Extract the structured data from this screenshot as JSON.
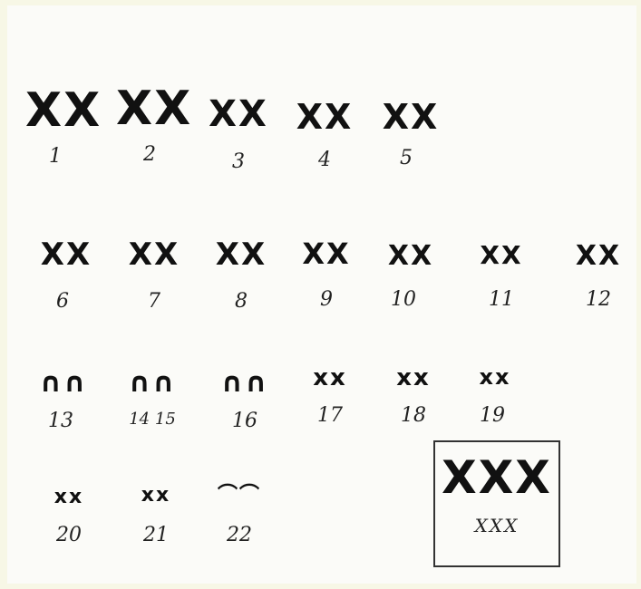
{
  "karyotype": {
    "row1": [
      {
        "label": "1",
        "glyph": "XX"
      },
      {
        "label": "2",
        "glyph": "XX"
      },
      {
        "label": "3",
        "glyph": "XX"
      },
      {
        "label": "4",
        "glyph": "XX"
      },
      {
        "label": "5",
        "glyph": "XX"
      }
    ],
    "row2": [
      {
        "label": "6",
        "glyph": "XX"
      },
      {
        "label": "7",
        "glyph": "XX"
      },
      {
        "label": "8",
        "glyph": "XX"
      },
      {
        "label": "9",
        "glyph": "XX"
      },
      {
        "label": "10",
        "glyph": "XX"
      },
      {
        "label": "11",
        "glyph": "XX"
      },
      {
        "label": "12",
        "glyph": "XX"
      }
    ],
    "row3": [
      {
        "label": "13",
        "glyph": "∩∩"
      },
      {
        "label": "14 15",
        "glyph": "∩∩"
      },
      {
        "label": "16",
        "glyph": "∩∩"
      },
      {
        "label": "17",
        "glyph": "xx"
      },
      {
        "label": "18",
        "glyph": "xx"
      },
      {
        "label": "19",
        "glyph": "xx"
      }
    ],
    "row4": [
      {
        "label": "20",
        "glyph": "xx"
      },
      {
        "label": "21",
        "glyph": "xx"
      },
      {
        "label": "22",
        "glyph": "⌒⌒"
      }
    ],
    "extra": {
      "label": "XXX",
      "glyph": "XXX"
    }
  },
  "colors": {
    "ink": "#111111",
    "paper": "#fbfbf8",
    "border": "#f7f7e6"
  }
}
